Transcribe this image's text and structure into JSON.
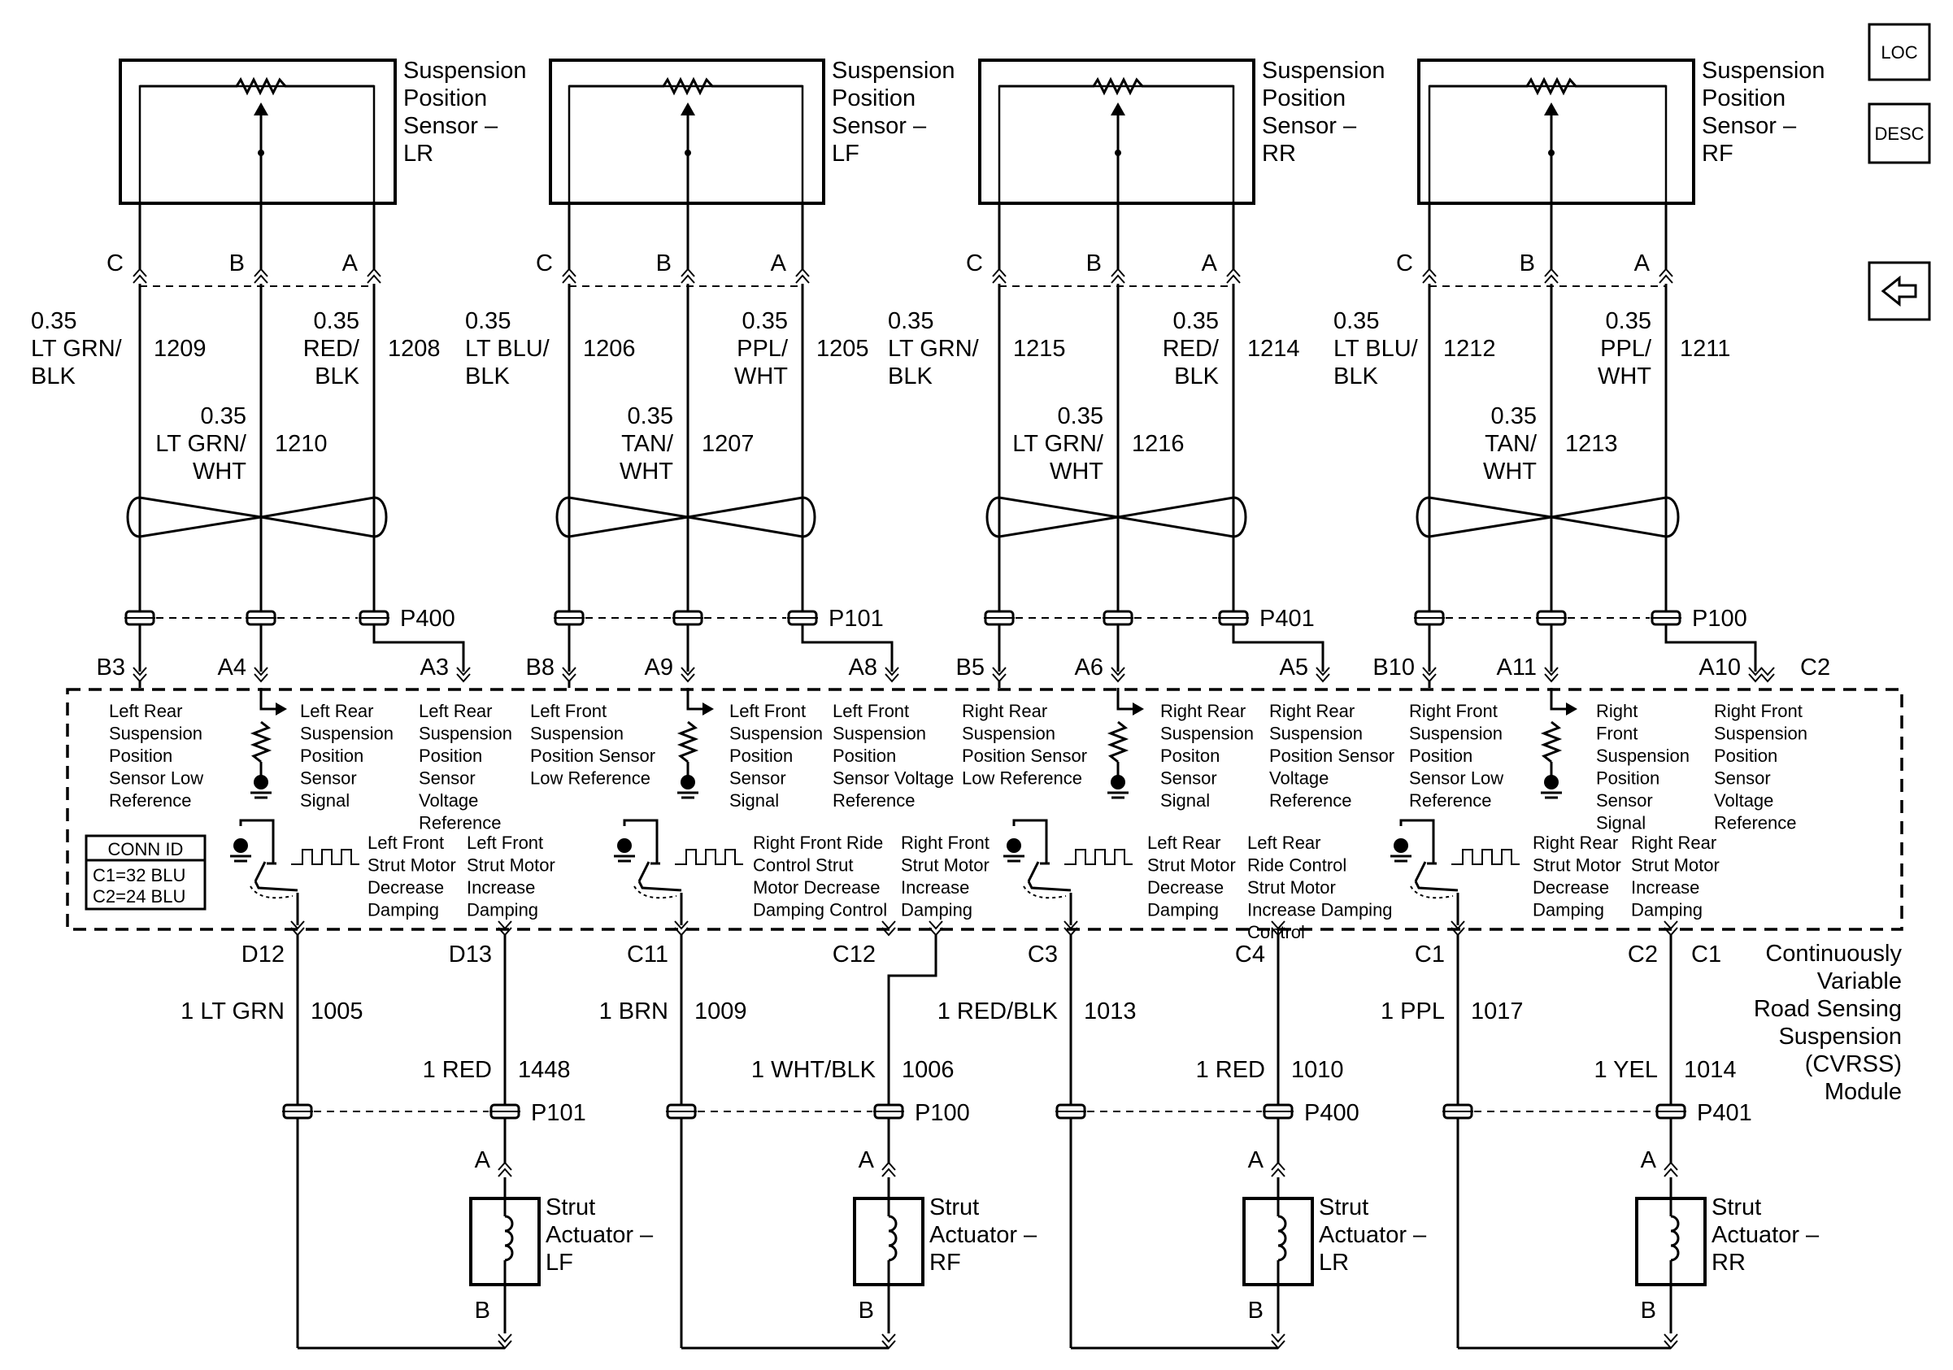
{
  "nav": {
    "loc_label": "LOC",
    "desc_label": "DESC",
    "back_icon": "left-arrow-icon"
  },
  "sensors": [
    {
      "name": "Suspension Position Sensor – LR",
      "title": [
        "Suspension",
        "Position",
        "Sensor –",
        "LR"
      ],
      "pins": [
        "C",
        "B",
        "A"
      ],
      "wire_c": {
        "size": "0.35",
        "color": [
          "LT GRN/",
          "BLK"
        ],
        "circuit": "1209"
      },
      "wire_b": {
        "size": "0.35",
        "color": [
          "LT GRN/",
          "WHT"
        ],
        "circuit": "1210"
      },
      "wire_a": {
        "size": "0.35",
        "color": [
          "RED/",
          "BLK"
        ],
        "circuit": "1208"
      },
      "connector": "P400",
      "module_pins": [
        "B3",
        "A4",
        "A3"
      ],
      "functions": [
        [
          "Left Rear",
          "Suspension",
          "Position",
          "Sensor Low",
          "Reference"
        ],
        [
          "Left Rear",
          "Suspension",
          "Position",
          "Sensor",
          "Signal"
        ],
        [
          "Left Rear",
          "Suspension",
          "Position",
          "Sensor",
          "Voltage",
          "Reference"
        ]
      ]
    },
    {
      "name": "Suspension Position Sensor – LF",
      "title": [
        "Suspension",
        "Position",
        "Sensor –",
        "LF"
      ],
      "pins": [
        "C",
        "B",
        "A"
      ],
      "wire_c": {
        "size": "0.35",
        "color": [
          "LT BLU/",
          "BLK"
        ],
        "circuit": "1206"
      },
      "wire_b": {
        "size": "0.35",
        "color": [
          "TAN/",
          "WHT"
        ],
        "circuit": "1207"
      },
      "wire_a": {
        "size": "0.35",
        "color": [
          "PPL/",
          "WHT"
        ],
        "circuit": "1205"
      },
      "connector": "P101",
      "module_pins": [
        "B8",
        "A9",
        "A8"
      ],
      "functions": [
        [
          "Left Front",
          "Suspension",
          "Position Sensor",
          "Low Reference"
        ],
        [
          "Left Front",
          "Suspension",
          "Position",
          "Sensor",
          "Signal"
        ],
        [
          "Left Front",
          "Suspension",
          "Position",
          "Sensor Voltage",
          "Reference"
        ]
      ]
    },
    {
      "name": "Suspension Position Sensor – RR",
      "title": [
        "Suspension",
        "Position",
        "Sensor –",
        "RR"
      ],
      "pins": [
        "C",
        "B",
        "A"
      ],
      "wire_c": {
        "size": "0.35",
        "color": [
          "LT GRN/",
          "BLK"
        ],
        "circuit": "1215"
      },
      "wire_b": {
        "size": "0.35",
        "color": [
          "LT GRN/",
          "WHT"
        ],
        "circuit": "1216"
      },
      "wire_a": {
        "size": "0.35",
        "color": [
          "RED/",
          "BLK"
        ],
        "circuit": "1214"
      },
      "connector": "P401",
      "module_pins": [
        "B5",
        "A6",
        "A5"
      ],
      "functions": [
        [
          "Right Rear",
          "Suspension",
          "Position Sensor",
          "Low Reference"
        ],
        [
          "Right Rear",
          "Suspension",
          "Positon",
          "Sensor",
          "Signal"
        ],
        [
          "Right Rear",
          "Suspension",
          "Position Sensor",
          "Voltage",
          "Reference"
        ]
      ]
    },
    {
      "name": "Suspension Position Sensor – RF",
      "title": [
        "Suspension",
        "Position",
        "Sensor –",
        "RF"
      ],
      "pins": [
        "C",
        "B",
        "A"
      ],
      "wire_c": {
        "size": "0.35",
        "color": [
          "LT BLU/",
          "BLK"
        ],
        "circuit": "1212"
      },
      "wire_b": {
        "size": "0.35",
        "color": [
          "TAN/",
          "WHT"
        ],
        "circuit": "1213"
      },
      "wire_a": {
        "size": "0.35",
        "color": [
          "PPL/",
          "WHT"
        ],
        "circuit": "1211"
      },
      "connector": "P100",
      "module_pins": [
        "B10",
        "A11",
        "A10"
      ],
      "functions": [
        [
          "Right Front",
          "Suspension",
          "Position",
          "Sensor Low",
          "Reference"
        ],
        [
          "Right",
          "Front",
          "Suspension",
          "Position",
          "Sensor",
          "Signal"
        ],
        [
          "Right Front",
          "Suspension",
          "Position",
          "Sensor",
          "Voltage",
          "Reference"
        ]
      ]
    }
  ],
  "module": {
    "name": [
      "Continuously",
      "Variable",
      "Road Sensing",
      "Suspension",
      "(CVRSS)",
      "Module"
    ],
    "corner_pin": "C2",
    "conn_id": {
      "title": "CONN ID",
      "c1": "C1=32 BLU",
      "c2": "C2=24 BLU"
    }
  },
  "actuators": [
    {
      "title": [
        "Strut",
        "Actuator –",
        "LF"
      ],
      "pins": [
        "D12",
        "D13"
      ],
      "pin_a": "A",
      "pin_b": "B",
      "wire_low": {
        "size_color": "1 LT GRN",
        "circuit": "1005"
      },
      "wire_high": {
        "size_color": "1 RED",
        "circuit": "1448"
      },
      "connector": "P101",
      "functions": [
        [
          "Left Front",
          "Strut Motor",
          "Decrease",
          "Damping"
        ],
        [
          "Left Front",
          "Strut Motor",
          "Increase",
          "Damping"
        ]
      ]
    },
    {
      "title": [
        "Strut",
        "Actuator –",
        "RF"
      ],
      "pins": [
        "C11",
        "C12"
      ],
      "pin_a": "A",
      "pin_b": "B",
      "wire_low": {
        "size_color": "1 BRN",
        "circuit": "1009"
      },
      "wire_high": {
        "size_color": "1 WHT/BLK",
        "circuit": "1006"
      },
      "connector": "P100",
      "functions": [
        [
          "Right Front Ride",
          "Control Strut",
          "Motor Decrease",
          "Damping Control"
        ],
        [
          "Right Front",
          "Strut Motor",
          "Increase",
          "Damping"
        ]
      ]
    },
    {
      "title": [
        "Strut",
        "Actuator –",
        "LR"
      ],
      "pins": [
        "C3",
        "C4"
      ],
      "pin_a": "A",
      "pin_b": "B",
      "wire_low": {
        "size_color": "1 RED/BLK",
        "circuit": "1013"
      },
      "wire_high": {
        "size_color": "1 RED",
        "circuit": "1010"
      },
      "connector": "P400",
      "functions": [
        [
          "Left Rear",
          "Strut Motor",
          "Decrease",
          "Damping"
        ],
        [
          "Left Rear",
          "Ride Control",
          "Strut Motor",
          "Increase Damping",
          "Control"
        ]
      ]
    },
    {
      "title": [
        "Strut",
        "Actuator –",
        "RR"
      ],
      "pins": [
        "C1",
        "C2"
      ],
      "pin_a": "A",
      "pin_b": "B",
      "wire_low": {
        "size_color": "1 PPL",
        "circuit": "1017"
      },
      "wire_high": {
        "size_color": "1 YEL",
        "circuit": "1014"
      },
      "connector": "P401",
      "functions": [
        [
          "Right Rear",
          "Strut Motor",
          "Decrease",
          "Damping"
        ],
        [
          "Right Rear",
          "Strut Motor",
          "Increase",
          "Damping"
        ]
      ]
    }
  ],
  "extra_pin": "C1"
}
